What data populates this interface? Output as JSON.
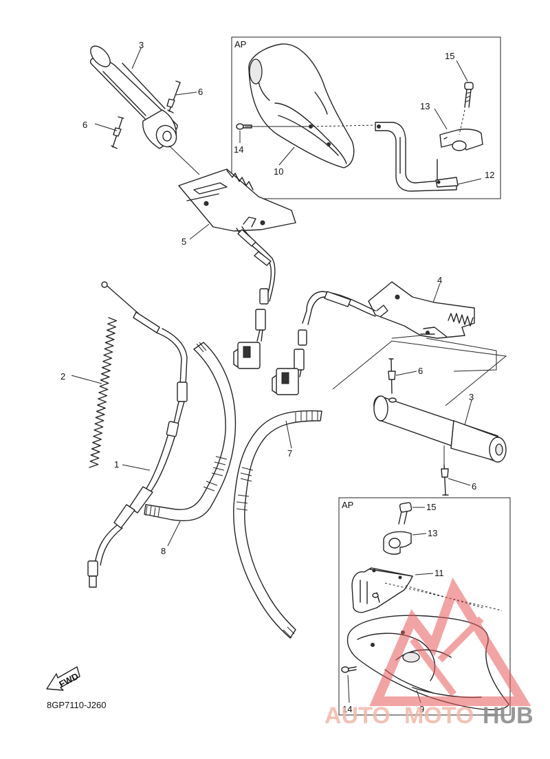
{
  "diagram": {
    "code": "8GP7110-J260",
    "fwd_label": "FWD",
    "ap_label_top": "AP",
    "ap_label_bottom": "AP"
  },
  "callouts": {
    "c1": "1",
    "c2": "2",
    "c3a": "3",
    "c3b": "3",
    "c4": "4",
    "c5": "5",
    "c6a": "6",
    "c6b": "6",
    "c6c": "6",
    "c6d": "6",
    "c7": "7",
    "c8": "8",
    "c9": "9",
    "c10": "10",
    "c11": "11",
    "c12": "12",
    "c13a": "13",
    "c13b": "13",
    "c14a": "14",
    "c14b": "14",
    "c15a": "15",
    "c15b": "15"
  },
  "watermark": {
    "part1": "AUTO",
    "part2": "MOTO",
    "part3": "HUB"
  },
  "colors": {
    "watermark_red": "#e85a5a",
    "watermark_gray": "#8c8c8c"
  }
}
